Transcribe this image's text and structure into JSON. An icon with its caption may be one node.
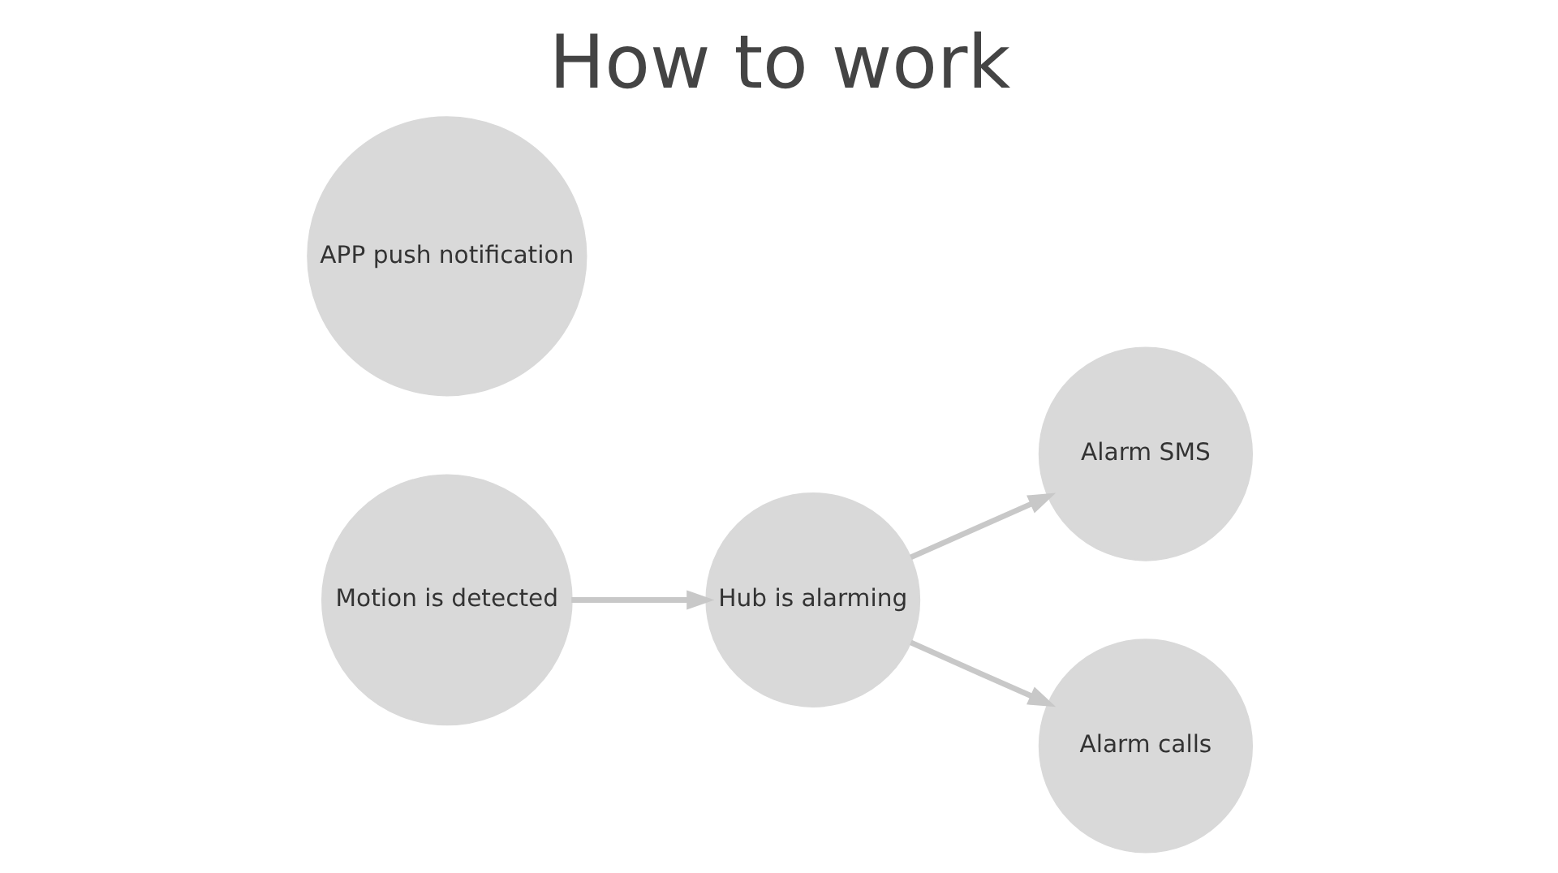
{
  "diagram": {
    "title": "How to work",
    "nodes": [
      {
        "text": [
          "Motion is detected"
        ]
      },
      {
        "text": [
          "Hub is alarming"
        ]
      },
      {
        "text": [
          "Alarm SMS"
        ]
      },
      {
        "text": [
          "APP push notification"
        ]
      },
      {
        "text": [
          "Alarm calls"
        ]
      }
    ],
    "edges": [
      {
        "from": 0,
        "to": 1,
        "arrow": "to"
      },
      {
        "from": 1,
        "to": 2,
        "arrow": "to"
      },
      {
        "from": 1,
        "to": 4,
        "arrow": "to"
      }
    ]
  }
}
